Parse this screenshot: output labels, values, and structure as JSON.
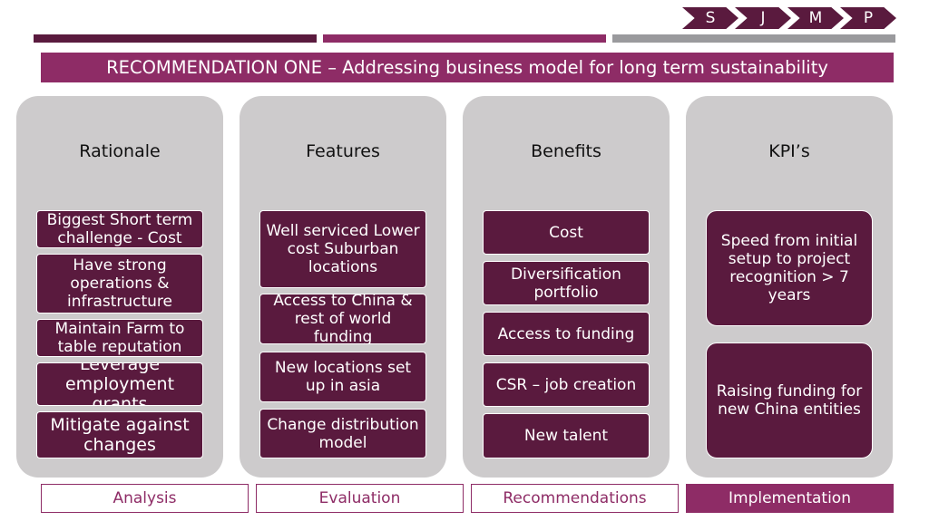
{
  "nav": {
    "steps": [
      "S",
      "J",
      "M",
      "P"
    ]
  },
  "progress_colors": [
    "#5a1a3e",
    "#8e2c66",
    "#9a9a9d"
  ],
  "title": "RECOMMENDATION ONE – Addressing business model for long term sustainability",
  "columns": [
    {
      "heading": "Rationale",
      "items": [
        "Biggest Short term challenge - Cost",
        "Have strong operations & infrastructure",
        "Maintain Farm to table reputation",
        "Leverage employment grants",
        "Mitigate against changes"
      ]
    },
    {
      "heading": "Features",
      "items": [
        "Well serviced Lower cost Suburban locations",
        "Access to China & rest of world funding",
        "New locations set up in asia",
        "Change distribution model"
      ]
    },
    {
      "heading": "Benefits",
      "items": [
        "Cost",
        "Diversification portfolio",
        "Access to funding",
        "CSR – job creation",
        "New talent"
      ]
    },
    {
      "heading": "KPI’s",
      "items": [
        "Speed from initial setup to project recognition > 7 years",
        "Raising funding for new China entities"
      ]
    }
  ],
  "tabs": [
    "Analysis",
    "Evaluation",
    "Recommendations",
    "Implementation"
  ],
  "active_tab": "Implementation",
  "colors": {
    "dark_plum": "#5a1a3e",
    "magenta": "#8e2c66",
    "grey": "#9a9a9d",
    "panel": "#cdcbcc"
  }
}
